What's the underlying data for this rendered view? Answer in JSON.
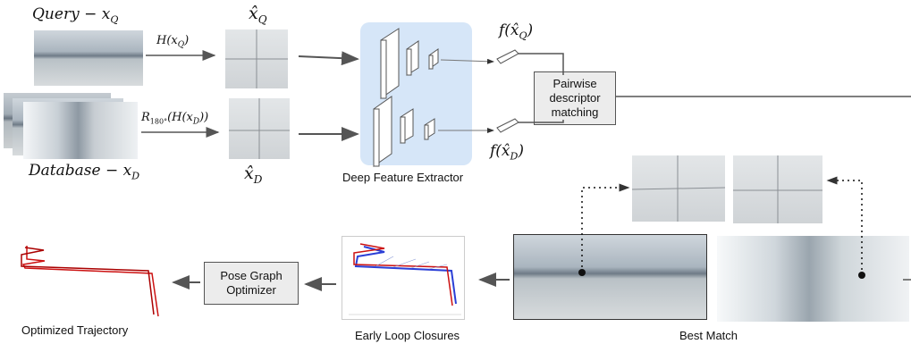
{
  "labels": {
    "query_label": "Query − x",
    "query_sub": "Q",
    "database_label": "Database − x",
    "database_sub": "D",
    "hx_q": "H(x",
    "hx_q_sub": "Q",
    "r180_prefix": "R",
    "r180_sub": "180°",
    "r180_rest": "(H(x",
    "r180_rest_sub": "D",
    "xhat_q": "x̂",
    "xhat_q_sub": "Q",
    "xhat_d": "x̂",
    "xhat_d_sub": "D",
    "f_xq": "f(x̂",
    "f_xq_sub": "Q",
    "f_xd": "f(x̂",
    "f_xd_sub": "D"
  },
  "captions": {
    "deep_feature_extractor": "Deep Feature Extractor",
    "optimized_trajectory": "Optimized Trajectory",
    "early_loop_closures": "Early Loop Closures",
    "best_match": "Best Match"
  },
  "boxes": {
    "pairwise_line1": "Pairwise",
    "pairwise_line2": "descriptor",
    "pairwise_line3": "matching",
    "pose_line1": "Pose Graph",
    "pose_line2": "Optimizer"
  },
  "colors": {
    "extractor_bg": "#d6e6f8",
    "trajectory": "#cc1111",
    "arrow": "#555555"
  }
}
